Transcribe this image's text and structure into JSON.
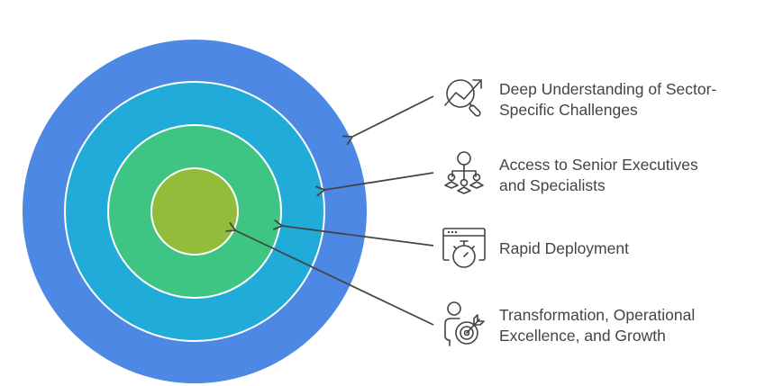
{
  "diagram": {
    "type": "concentric-target",
    "rings": [
      {
        "name": "outer",
        "color": "#4D88E4"
      },
      {
        "name": "second",
        "color": "#20ABD9"
      },
      {
        "name": "third",
        "color": "#3EC584"
      },
      {
        "name": "core",
        "color": "#92BD3A"
      }
    ],
    "ring_border_color": "#FFFFFF",
    "arrow_color": "#444444"
  },
  "items": [
    {
      "icon": "chart-magnifier-icon",
      "line1": "Deep Understanding of Sector-",
      "line2": "Specific Challenges",
      "target_ring": "outer"
    },
    {
      "icon": "hierarchy-people-icon",
      "line1": "Access to Senior Executives",
      "line2": "and Specialists",
      "target_ring": "second"
    },
    {
      "icon": "stopwatch-window-icon",
      "line1": "Rapid Deployment",
      "line2": "",
      "target_ring": "third"
    },
    {
      "icon": "person-target-icon",
      "line1": "Transformation, Operational",
      "line2": "Excellence, and Growth",
      "target_ring": "core"
    }
  ]
}
